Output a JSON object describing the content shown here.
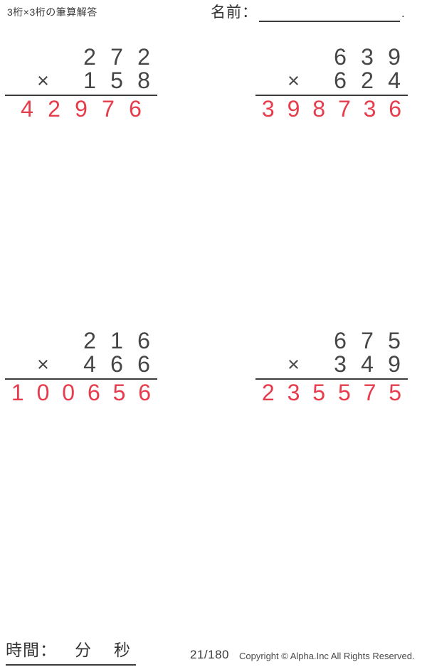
{
  "header": {
    "title": "3桁×3桁の筆算解答",
    "name_label": "名前：",
    "name_value": "",
    "name_suffix": "."
  },
  "problems": [
    {
      "multiplicand": "272",
      "operator": "×",
      "multiplier": "158",
      "answer": "42976"
    },
    {
      "multiplicand": "639",
      "operator": "×",
      "multiplier": "624",
      "answer": "398736"
    },
    {
      "multiplicand": "216",
      "operator": "×",
      "multiplier": "466",
      "answer": "100656"
    },
    {
      "multiplicand": "675",
      "operator": "×",
      "multiplier": "349",
      "answer": "235575"
    }
  ],
  "footer": {
    "time_label": "時間：",
    "minutes_label": "分",
    "seconds_label": "秒",
    "page_number": "21/180",
    "copyright": "Copyright © Alpha.Inc All Rights Reserved."
  },
  "colors": {
    "ink": "#3f3f3f",
    "answer_red": "#e63c4b"
  }
}
